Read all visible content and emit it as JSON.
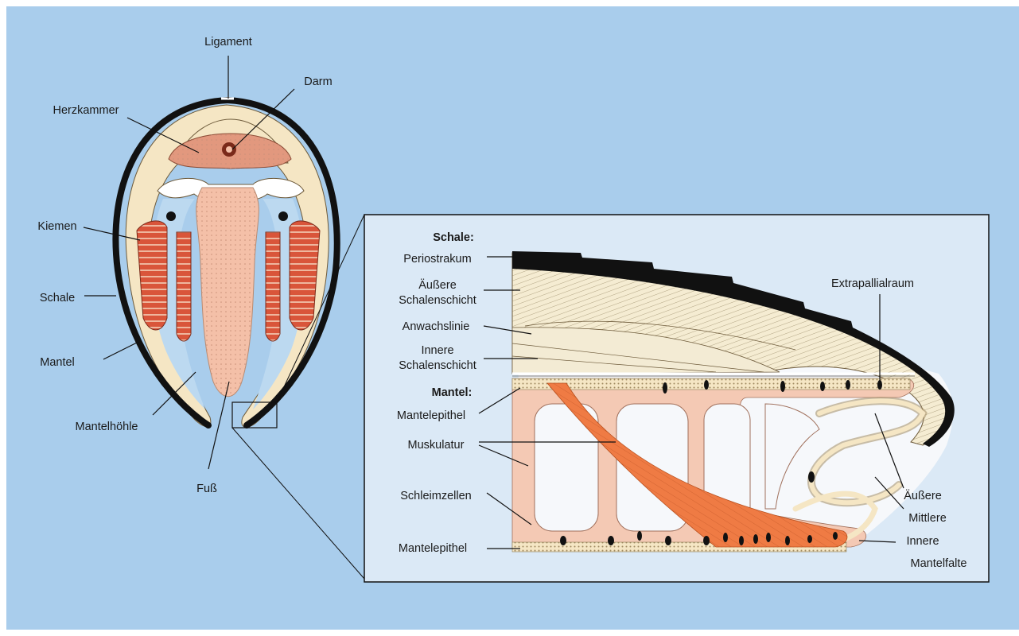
{
  "labels": {
    "ligament": "Ligament",
    "darm": "Darm",
    "herzkammer": "Herzkammer",
    "kiemen": "Kiemen",
    "schale": "Schale",
    "mantel": "Mantel",
    "mantelhoehle": "Mantelhöhle",
    "fuss": "Fuß"
  },
  "detail": {
    "schale_heading": "Schale:",
    "periostrakum": "Periostrakum",
    "aeussere_schalenschicht_1": "Äußere",
    "aeussere_schalenschicht_2": "Schalenschicht",
    "anwachslinie": "Anwachslinie",
    "innere_schalenschicht_1": "Innere",
    "innere_schalenschicht_2": "Schalenschicht",
    "mantel_heading": "Mantel:",
    "mantelepithel_top": "Mantelepithel",
    "muskulatur": "Muskulatur",
    "schleimzellen": "Schleimzellen",
    "mantelepithel_bottom": "Mantelepithel",
    "extrapallialraum": "Extrapallialraum",
    "aeussere": "Äußere",
    "mittlere": "Mittlere",
    "innere": "Innere",
    "mantelfalte": "Mantelfalte"
  },
  "colors": {
    "background": "#a9cdec",
    "shell": "#111111",
    "mantle": "#f5e6c4",
    "tissue": "#f4c0a8",
    "gill": "#d9553a",
    "muscle": "#ef7b44",
    "panel": "#dbe9f6"
  }
}
